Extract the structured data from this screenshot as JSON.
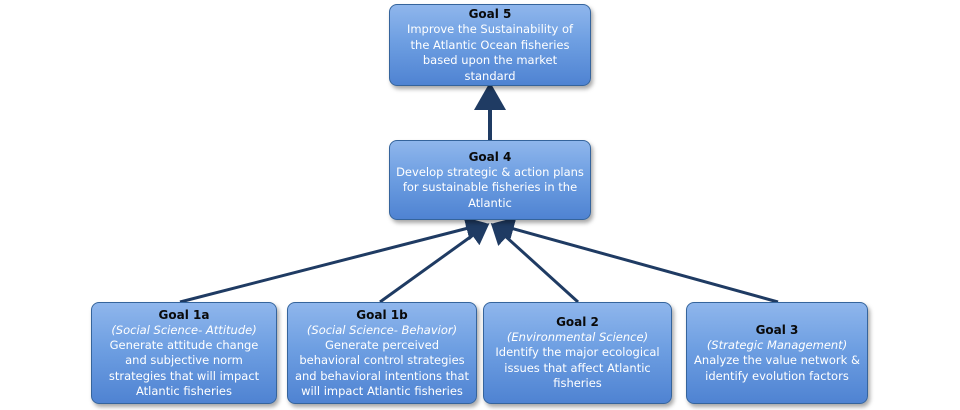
{
  "goal5": {
    "title": "Goal 5",
    "desc": "Improve the Sustainability of the Atlantic Ocean fisheries based upon the market standard"
  },
  "goal4": {
    "title": "Goal 4",
    "desc": "Develop strategic & action plans for sustainable fisheries in the Atlantic"
  },
  "goal1a": {
    "title": "Goal 1a",
    "sub": "(Social Science- Attitude)",
    "desc": "Generate attitude change and subjective norm strategies  that will impact Atlantic fisheries"
  },
  "goal1b": {
    "title": "Goal 1b",
    "sub": "(Social Science- Behavior)",
    "desc": "Generate perceived behavioral control strategies  and behavioral intentions  that will impact Atlantic fisheries"
  },
  "goal2": {
    "title": "Goal 2",
    "sub": "(Environmental Science)",
    "desc": "Identify the major ecological issues that affect Atlantic fisheries"
  },
  "goal3": {
    "title": "Goal 3",
    "sub": "(Strategic Management)",
    "desc": "Analyze the value network & identify evolution factors"
  },
  "colors": {
    "box_fill": "#6e9fe2",
    "box_border": "#35649c",
    "arrow": "#1f3b63"
  }
}
